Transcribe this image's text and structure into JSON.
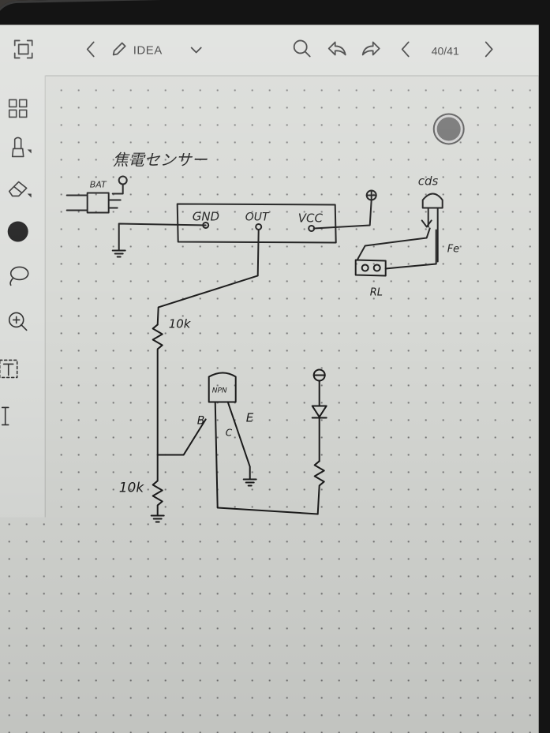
{
  "topbar": {
    "title": "IDEA",
    "page_indicator": "40/41"
  },
  "note": {
    "heading": "焦電センサー",
    "labels": {
      "bat": "BAT",
      "gnd": "GND",
      "out": "OUT",
      "vcc": "VCC",
      "cds": "cds",
      "rl": "RL",
      "fe": "Fe",
      "r1": "10k",
      "r2": "10k",
      "npn": "NPN",
      "b": "B",
      "c": "C",
      "e": "E"
    }
  },
  "colors": {
    "screen": "#d7d9d5",
    "ink": "#1b1b1b",
    "ui": "#333333"
  }
}
